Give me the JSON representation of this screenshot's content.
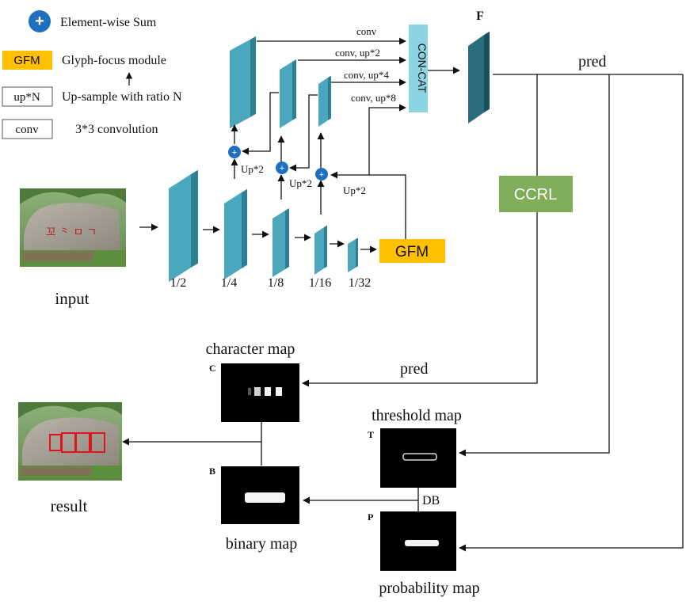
{
  "legend": {
    "sum_symbol": "+",
    "sum_label": "Element-wise Sum",
    "gfm_box": "GFM",
    "gfm_label": "Glyph-focus module",
    "up_box": "up*N",
    "up_label": "Up-sample with ratio N",
    "conv_box": "conv",
    "conv_label": "3*3 convolution"
  },
  "input": {
    "label": "input"
  },
  "backbone": {
    "scales": [
      "1/2",
      "1/4",
      "1/8",
      "1/16",
      "1/32"
    ],
    "gfm": "GFM"
  },
  "fpn": {
    "up_labels": [
      "Up*2",
      "Up*2",
      "Up*2"
    ],
    "concat_paths": [
      "conv",
      "conv, up*2",
      "conv, up*4",
      "conv, up*8"
    ],
    "concat": "CON-CAT",
    "feature": "F"
  },
  "heads": {
    "pred_top": "pred",
    "ccrl": "CCRL",
    "pred_mid": "pred",
    "db": "DB"
  },
  "maps": {
    "character": {
      "title": "character map",
      "tag": "C"
    },
    "threshold": {
      "title": "threshold map",
      "tag": "T"
    },
    "binary": {
      "title": "binary map",
      "tag": "B"
    },
    "probability": {
      "title": "probability map",
      "tag": "P"
    }
  },
  "output": {
    "label": "result"
  },
  "colors": {
    "block_front": "#4ba7bd",
    "block_side": "#2f7f93",
    "block_top": "#8fd0de",
    "sum_circle": "#1f6fbf",
    "gfm_fill": "#ffc000",
    "concat_fill": "#8ed3e1",
    "ccrl_fill": "#7fad5a",
    "f_block": "#2a6d7f"
  }
}
